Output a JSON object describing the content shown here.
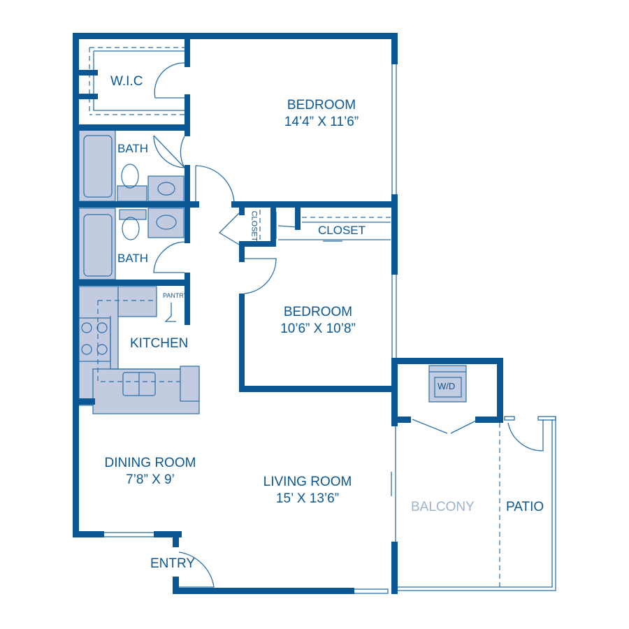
{
  "floorplan": {
    "colors": {
      "wall": "#0a5794",
      "fixture_fill": "#c3cbe0",
      "line": "#2a6fa8",
      "balcony_text": "#9db3cf"
    },
    "rooms": {
      "wic": {
        "name": "W.I.C"
      },
      "bedroom1": {
        "name": "BEDROOM",
        "size": "14’4” X 11’6”"
      },
      "bath1": {
        "name": "BATH"
      },
      "bath2": {
        "name": "BATH"
      },
      "closet_small": {
        "name": "CLOSET"
      },
      "closet_long": {
        "name": "CLOSET"
      },
      "bedroom2": {
        "name": "BEDROOM",
        "size": "10’6” X 10’8”"
      },
      "pantry": {
        "name": "PANTRY"
      },
      "kitchen": {
        "name": "KITCHEN"
      },
      "washer_dryer": {
        "name": "W/D"
      },
      "dining": {
        "name": "DINING ROOM",
        "size": "7’8” X 9’"
      },
      "living": {
        "name": "LIVING ROOM",
        "size": "15’ X 13’6”"
      },
      "balcony": {
        "name": "BALCONY"
      },
      "patio": {
        "name": "PATIO"
      },
      "entry": {
        "name": "ENTRY"
      }
    }
  }
}
